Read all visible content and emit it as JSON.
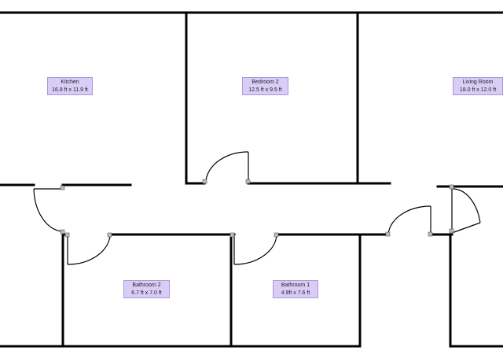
{
  "colors": {
    "wall": "#000000",
    "label_fill": "#d9cdf7",
    "label_border": "#a898d8",
    "hinge_fill": "#bdbdbd"
  },
  "rooms": [
    {
      "name": "Kitchen",
      "dims": "16.8 ft x 11.9 ft"
    },
    {
      "name": "Bedroom 2",
      "dims": "12.5 ft x 9.5 ft"
    },
    {
      "name": "Living Room",
      "dims": "18.0 ft x 12.0 ft"
    },
    {
      "name": "Bathroom 2",
      "dims": "6.7 ft x 7.0 ft"
    },
    {
      "name": "Bathroom 1",
      "dims": "4.9ft x 7.6 ft"
    }
  ]
}
